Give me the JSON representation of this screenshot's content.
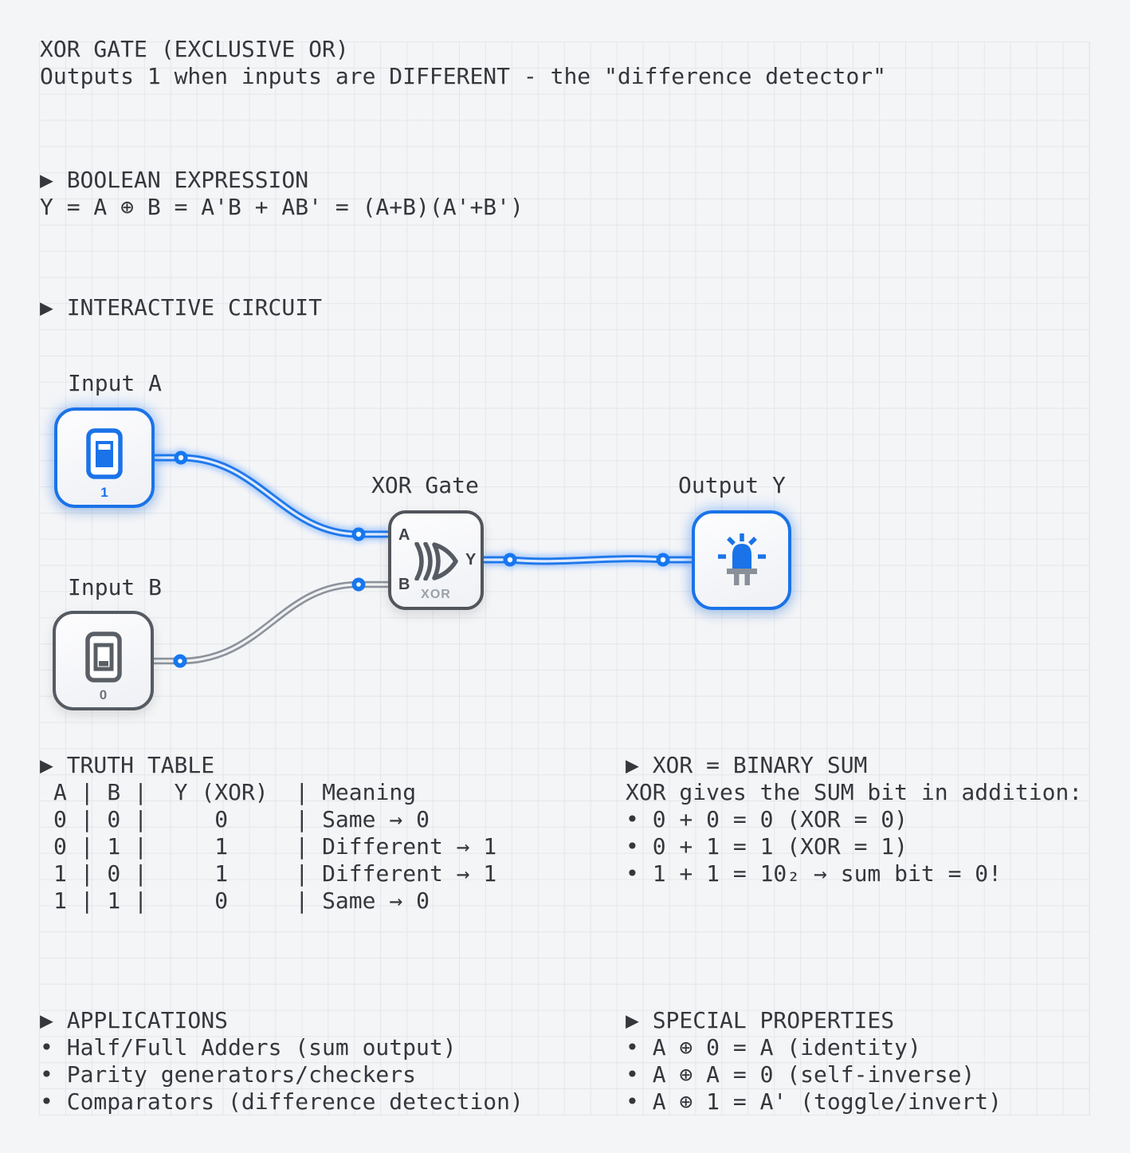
{
  "header": {
    "title": "XOR GATE (EXCLUSIVE OR)",
    "subtitle": "Outputs 1 when inputs are DIFFERENT - the \"difference detector\""
  },
  "icons": {
    "section_marker": "▶"
  },
  "sections": {
    "boolean": {
      "heading": "BOOLEAN EXPRESSION",
      "expression": "Y = A ⊕ B = A'B + AB' = (A+B)(A'+B')"
    },
    "circuit_heading": "INTERACTIVE CIRCUIT",
    "truth_table": {
      "heading": "TRUTH TABLE",
      "sep": "|",
      "columns": [
        "A",
        "B",
        "Y (XOR)",
        "Meaning"
      ],
      "rows": [
        [
          "0",
          "0",
          "0",
          "Same → 0"
        ],
        [
          "0",
          "1",
          "1",
          "Different → 1"
        ],
        [
          "1",
          "0",
          "1",
          "Different → 1"
        ],
        [
          "1",
          "1",
          "0",
          "Same → 0"
        ]
      ]
    },
    "binary_sum": {
      "heading": "XOR = BINARY SUM",
      "intro": "XOR gives the SUM bit in addition:",
      "bullets": [
        "• 0 + 0 = 0 (XOR = 0)",
        "• 0 + 1 = 1 (XOR = 1)",
        "• 1 + 1 = 10₂ → sum bit = 0!"
      ]
    },
    "applications": {
      "heading": "APPLICATIONS",
      "bullets": [
        "• Half/Full Adders (sum output)",
        "• Parity generators/checkers",
        "• Comparators (difference detection)"
      ]
    },
    "special": {
      "heading": "SPECIAL PROPERTIES",
      "bullets": [
        "• A ⊕ 0 = A (identity)",
        "• A ⊕ A = 0 (self-inverse)",
        "• A ⊕ 1 = A' (toggle/invert)"
      ]
    }
  },
  "circuit": {
    "input_a": {
      "label": "Input A",
      "value": "1",
      "state": "on"
    },
    "input_b": {
      "label": "Input B",
      "value": "0",
      "state": "off"
    },
    "gate": {
      "label": "XOR Gate",
      "pin_a": "A",
      "pin_b": "B",
      "pin_y": "Y",
      "name": "XOR"
    },
    "output_y": {
      "label": "Output Y"
    }
  },
  "colors": {
    "accent_blue": "#1a73e8",
    "wire_active": "#1f78ec",
    "wire_inactive": "#8d939c",
    "gate_border": "#51555c",
    "text": "#34373c",
    "background": "#f4f5f7",
    "grid_line": "#e4e6ea",
    "led_base_gray": "#899099"
  }
}
